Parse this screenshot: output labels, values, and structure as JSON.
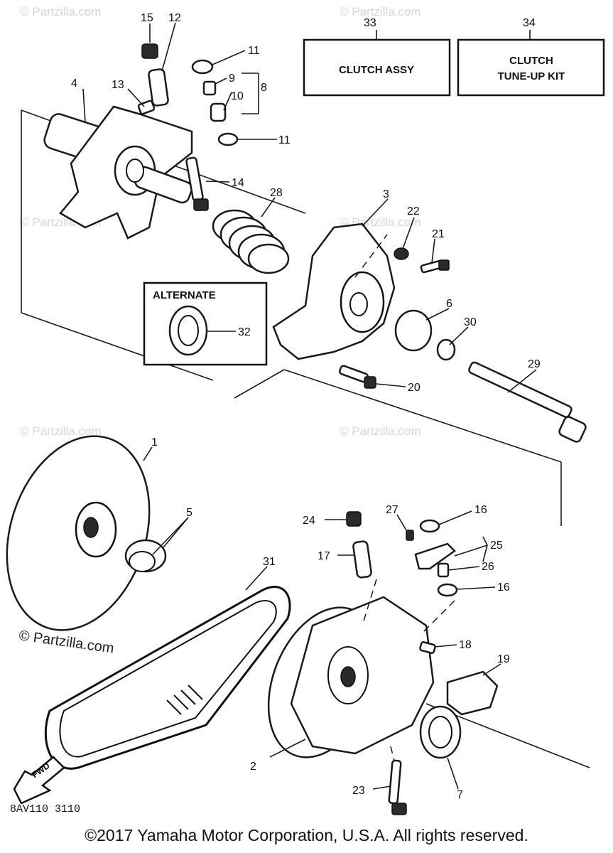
{
  "diagram": {
    "boxes": {
      "clutch_assy": {
        "number": "33",
        "label": "CLUTCH ASSY"
      },
      "tune_up_kit": {
        "number": "34",
        "label_line1": "CLUTCH",
        "label_line2": "TUNE-UP KIT"
      },
      "alternate": {
        "title": "ALTERNATE",
        "number": "32"
      }
    },
    "callouts": {
      "c1": "1",
      "c2": "2",
      "c3": "3",
      "c4": "4",
      "c5": "5",
      "c6": "6",
      "c7": "7",
      "c8": "8",
      "c9": "9",
      "c10": "10",
      "c11a": "11",
      "c11b": "11",
      "c12": "12",
      "c13": "13",
      "c14": "14",
      "c15": "15",
      "c16a": "16",
      "c16b": "16",
      "c17": "17",
      "c18": "18",
      "c19": "19",
      "c20": "20",
      "c21": "21",
      "c22": "22",
      "c23": "23",
      "c24": "24",
      "c25": "25",
      "c26": "26",
      "c27": "27",
      "c28": "28",
      "c29": "29",
      "c30": "30",
      "c31": "31"
    },
    "fwd_label": "FWD",
    "ref_code": "8AV110 3110"
  },
  "watermark": {
    "text": "© Partzilla.com",
    "prominent": "© Partzilla.com"
  },
  "copyright": "©2017 Yamaha Motor Corporation, U.S.A. All rights reserved."
}
